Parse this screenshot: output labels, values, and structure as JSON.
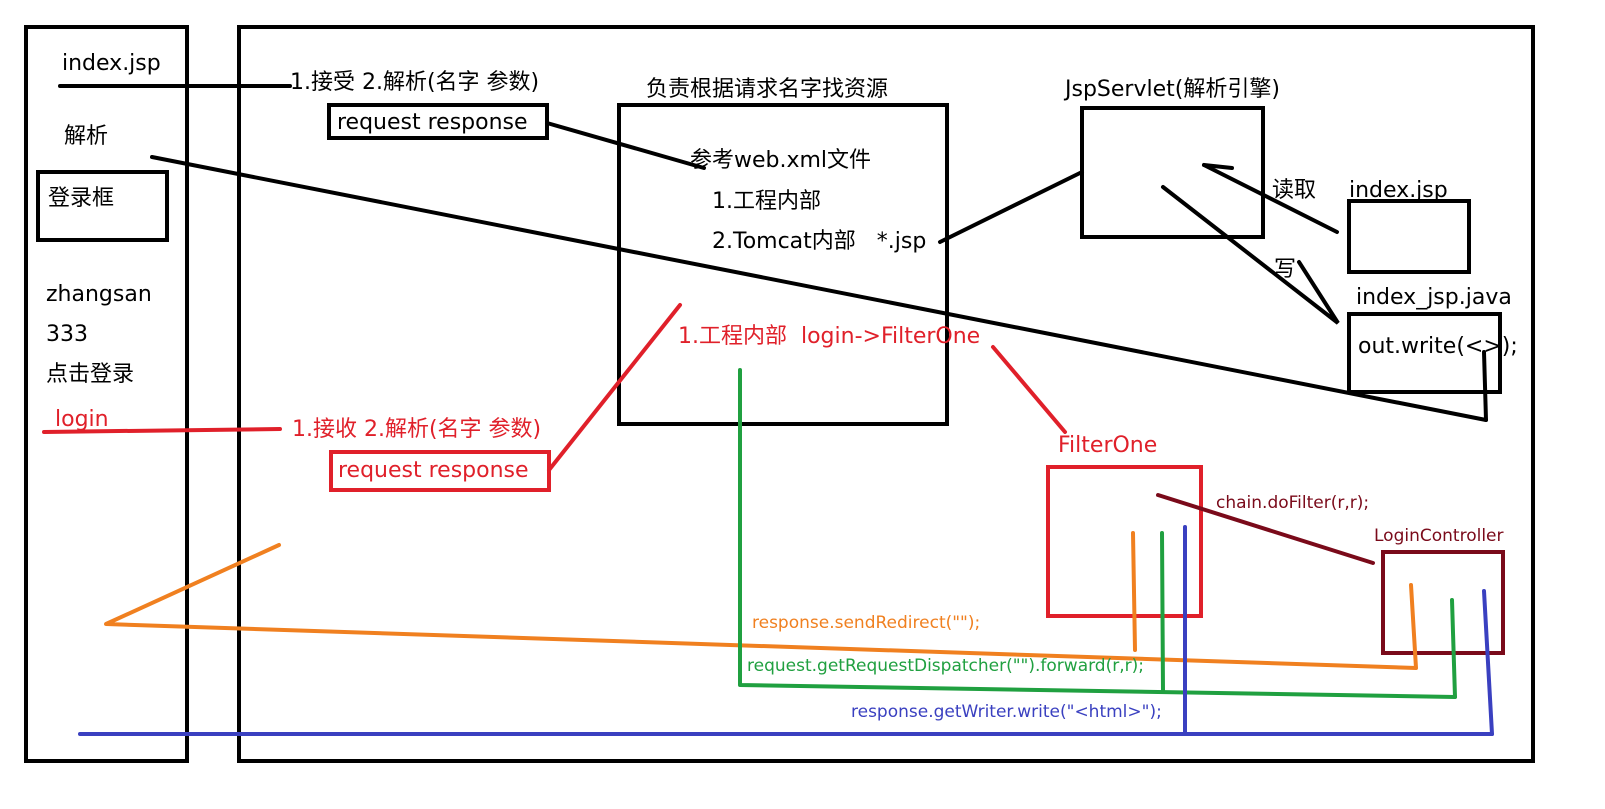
{
  "left_panel": {
    "title": "index.jsp",
    "parse": "解析",
    "login_box": "登录框",
    "username": "zhangsan",
    "password": "333",
    "click_login": "点击登录",
    "login": "login"
  },
  "first_request": {
    "steps": "1.接受 2.解析(名字 参数)",
    "objects": "request  response"
  },
  "second_request": {
    "steps": "1.接收 2.解析(名字 参数)",
    "objects": "request  response"
  },
  "resolver": {
    "title": "负责根据请求名字找资源",
    "ref": "参考web.xml文件",
    "item1": "1.工程内部",
    "item2": "2.Tomcat内部   *.jsp",
    "red_note": "1.工程内部  login->FilterOne"
  },
  "jsp_servlet": {
    "title": "JspServlet(解析引擎)",
    "read": "读取",
    "write": "写"
  },
  "files": {
    "index_jsp": "index.jsp",
    "index_java": "index_jsp.java",
    "out_write": "out.write(<>);"
  },
  "filter": {
    "title": "FilterOne",
    "chain": "chain.doFilter(r,r);"
  },
  "controller": {
    "title": "LoginController"
  },
  "responses": {
    "redirect": "response.sendRedirect(\"\");",
    "forward": "request.getRequestDispatcher(\"\").forward(r,r);",
    "writer": "response.getWriter.write(\"<html>\");"
  },
  "colors": {
    "black": "#000000",
    "red": "#e0202a",
    "maroon": "#7a0a1a",
    "orange": "#f08020",
    "green": "#20a040",
    "blue": "#3a40c0"
  }
}
